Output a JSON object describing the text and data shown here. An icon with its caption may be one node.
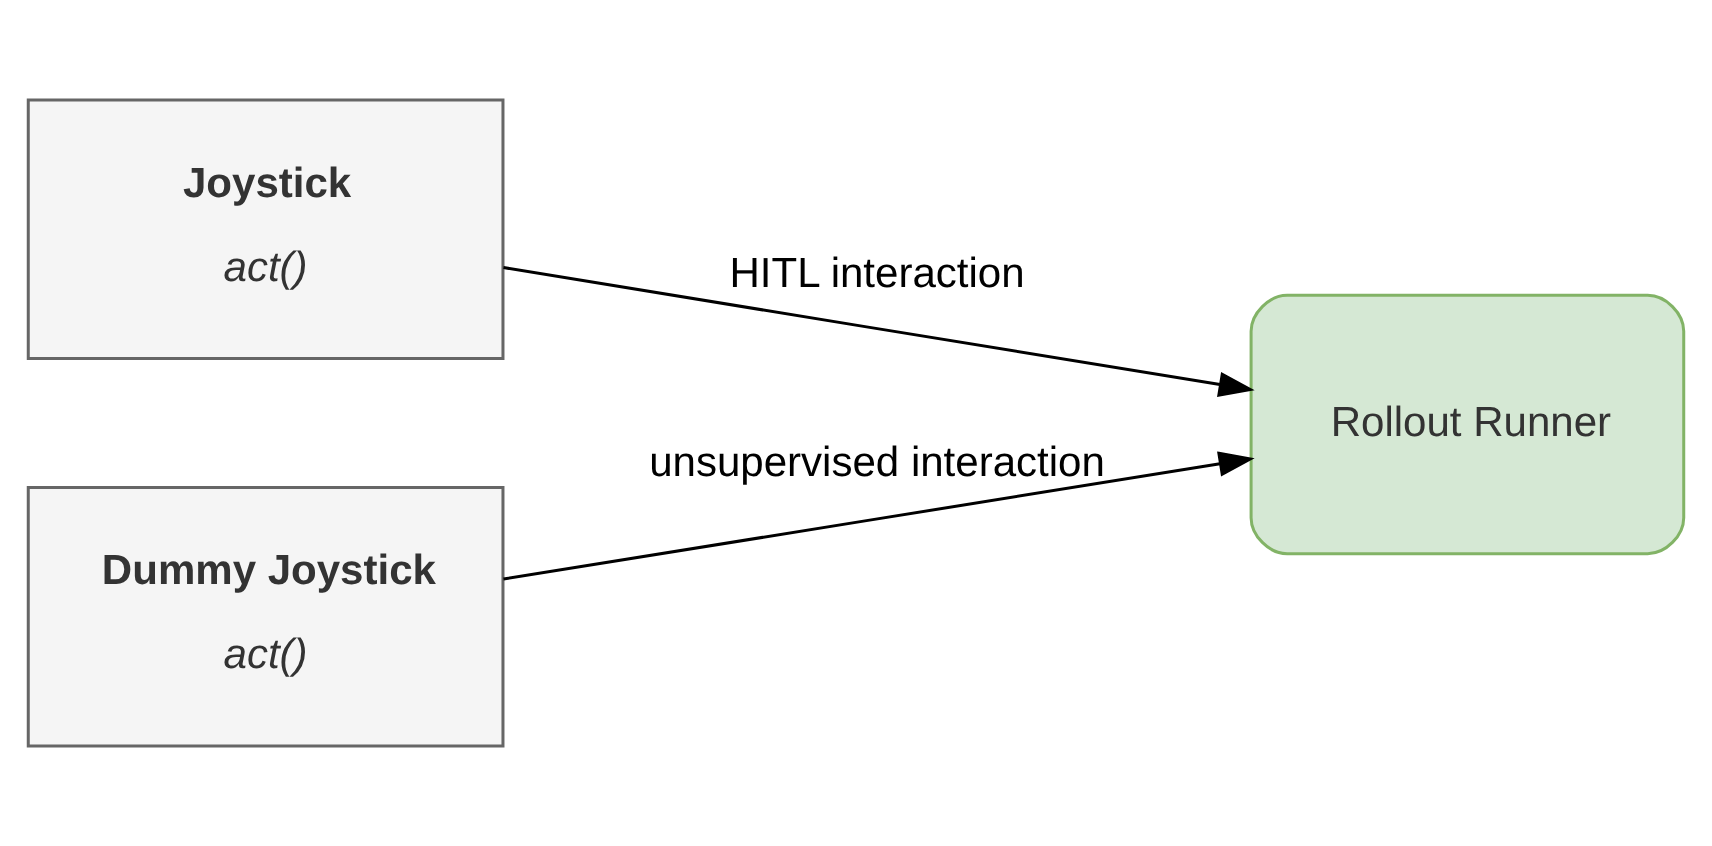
{
  "diagram": {
    "nodes": [
      {
        "text": [
          "Joystick",
          "act()"
        ]
      },
      {
        "text": [
          "Dummy Joystick",
          "act()"
        ]
      },
      {
        "text": [
          "Rollout Runner"
        ]
      }
    ],
    "edges": [
      {
        "from": 0,
        "to": 2,
        "arrow": "to",
        "label": "HITL interaction"
      },
      {
        "from": 1,
        "to": 2,
        "arrow": "to",
        "label": "unsupervised interaction"
      }
    ]
  }
}
